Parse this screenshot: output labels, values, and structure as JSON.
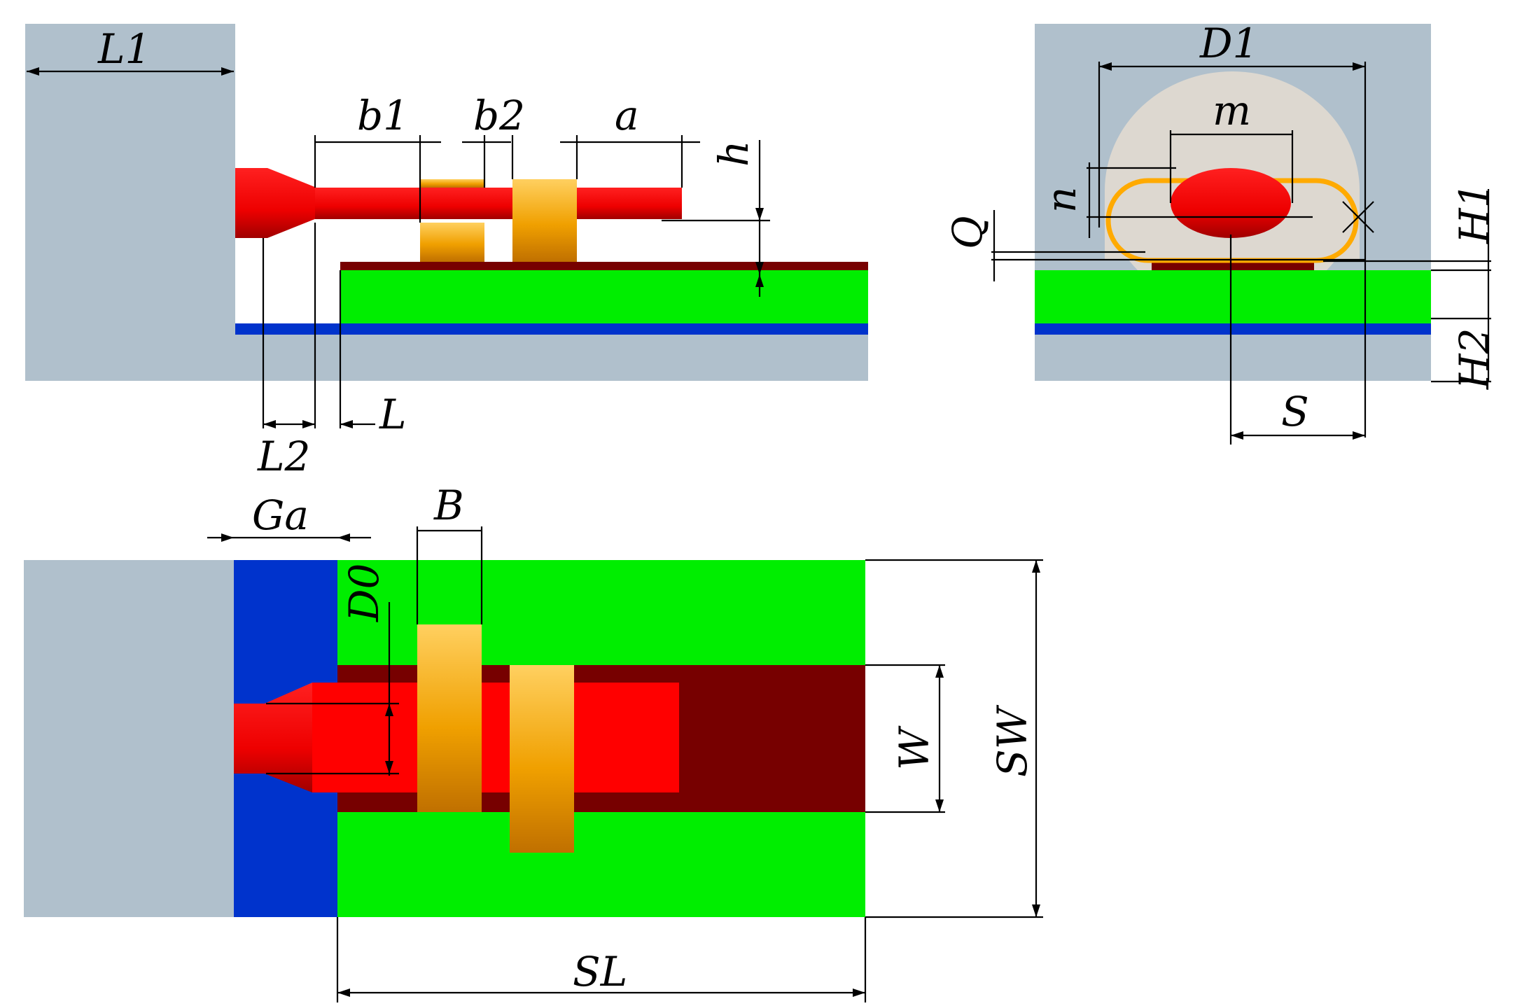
{
  "labels": {
    "L1": "L1",
    "b1": "b1",
    "b2": "b2",
    "a": "a",
    "h": "h",
    "L": "L",
    "L2": "L2",
    "D1": "D1",
    "m": "m",
    "n": "n",
    "Q": "Q",
    "H1": "H1",
    "H2": "H2",
    "S": "S",
    "Ga": "Ga",
    "B": "B",
    "D0": "D0",
    "W": "W",
    "SW": "SW",
    "SL": "SL"
  },
  "colors": {
    "ground": "#b0c0cc",
    "substrate": "#00ee00",
    "ground_plane": "#0033cc",
    "strip": "#770000",
    "wire": "#ff0000",
    "bond": "#ffaa00",
    "dome": "#ddd8d0"
  }
}
